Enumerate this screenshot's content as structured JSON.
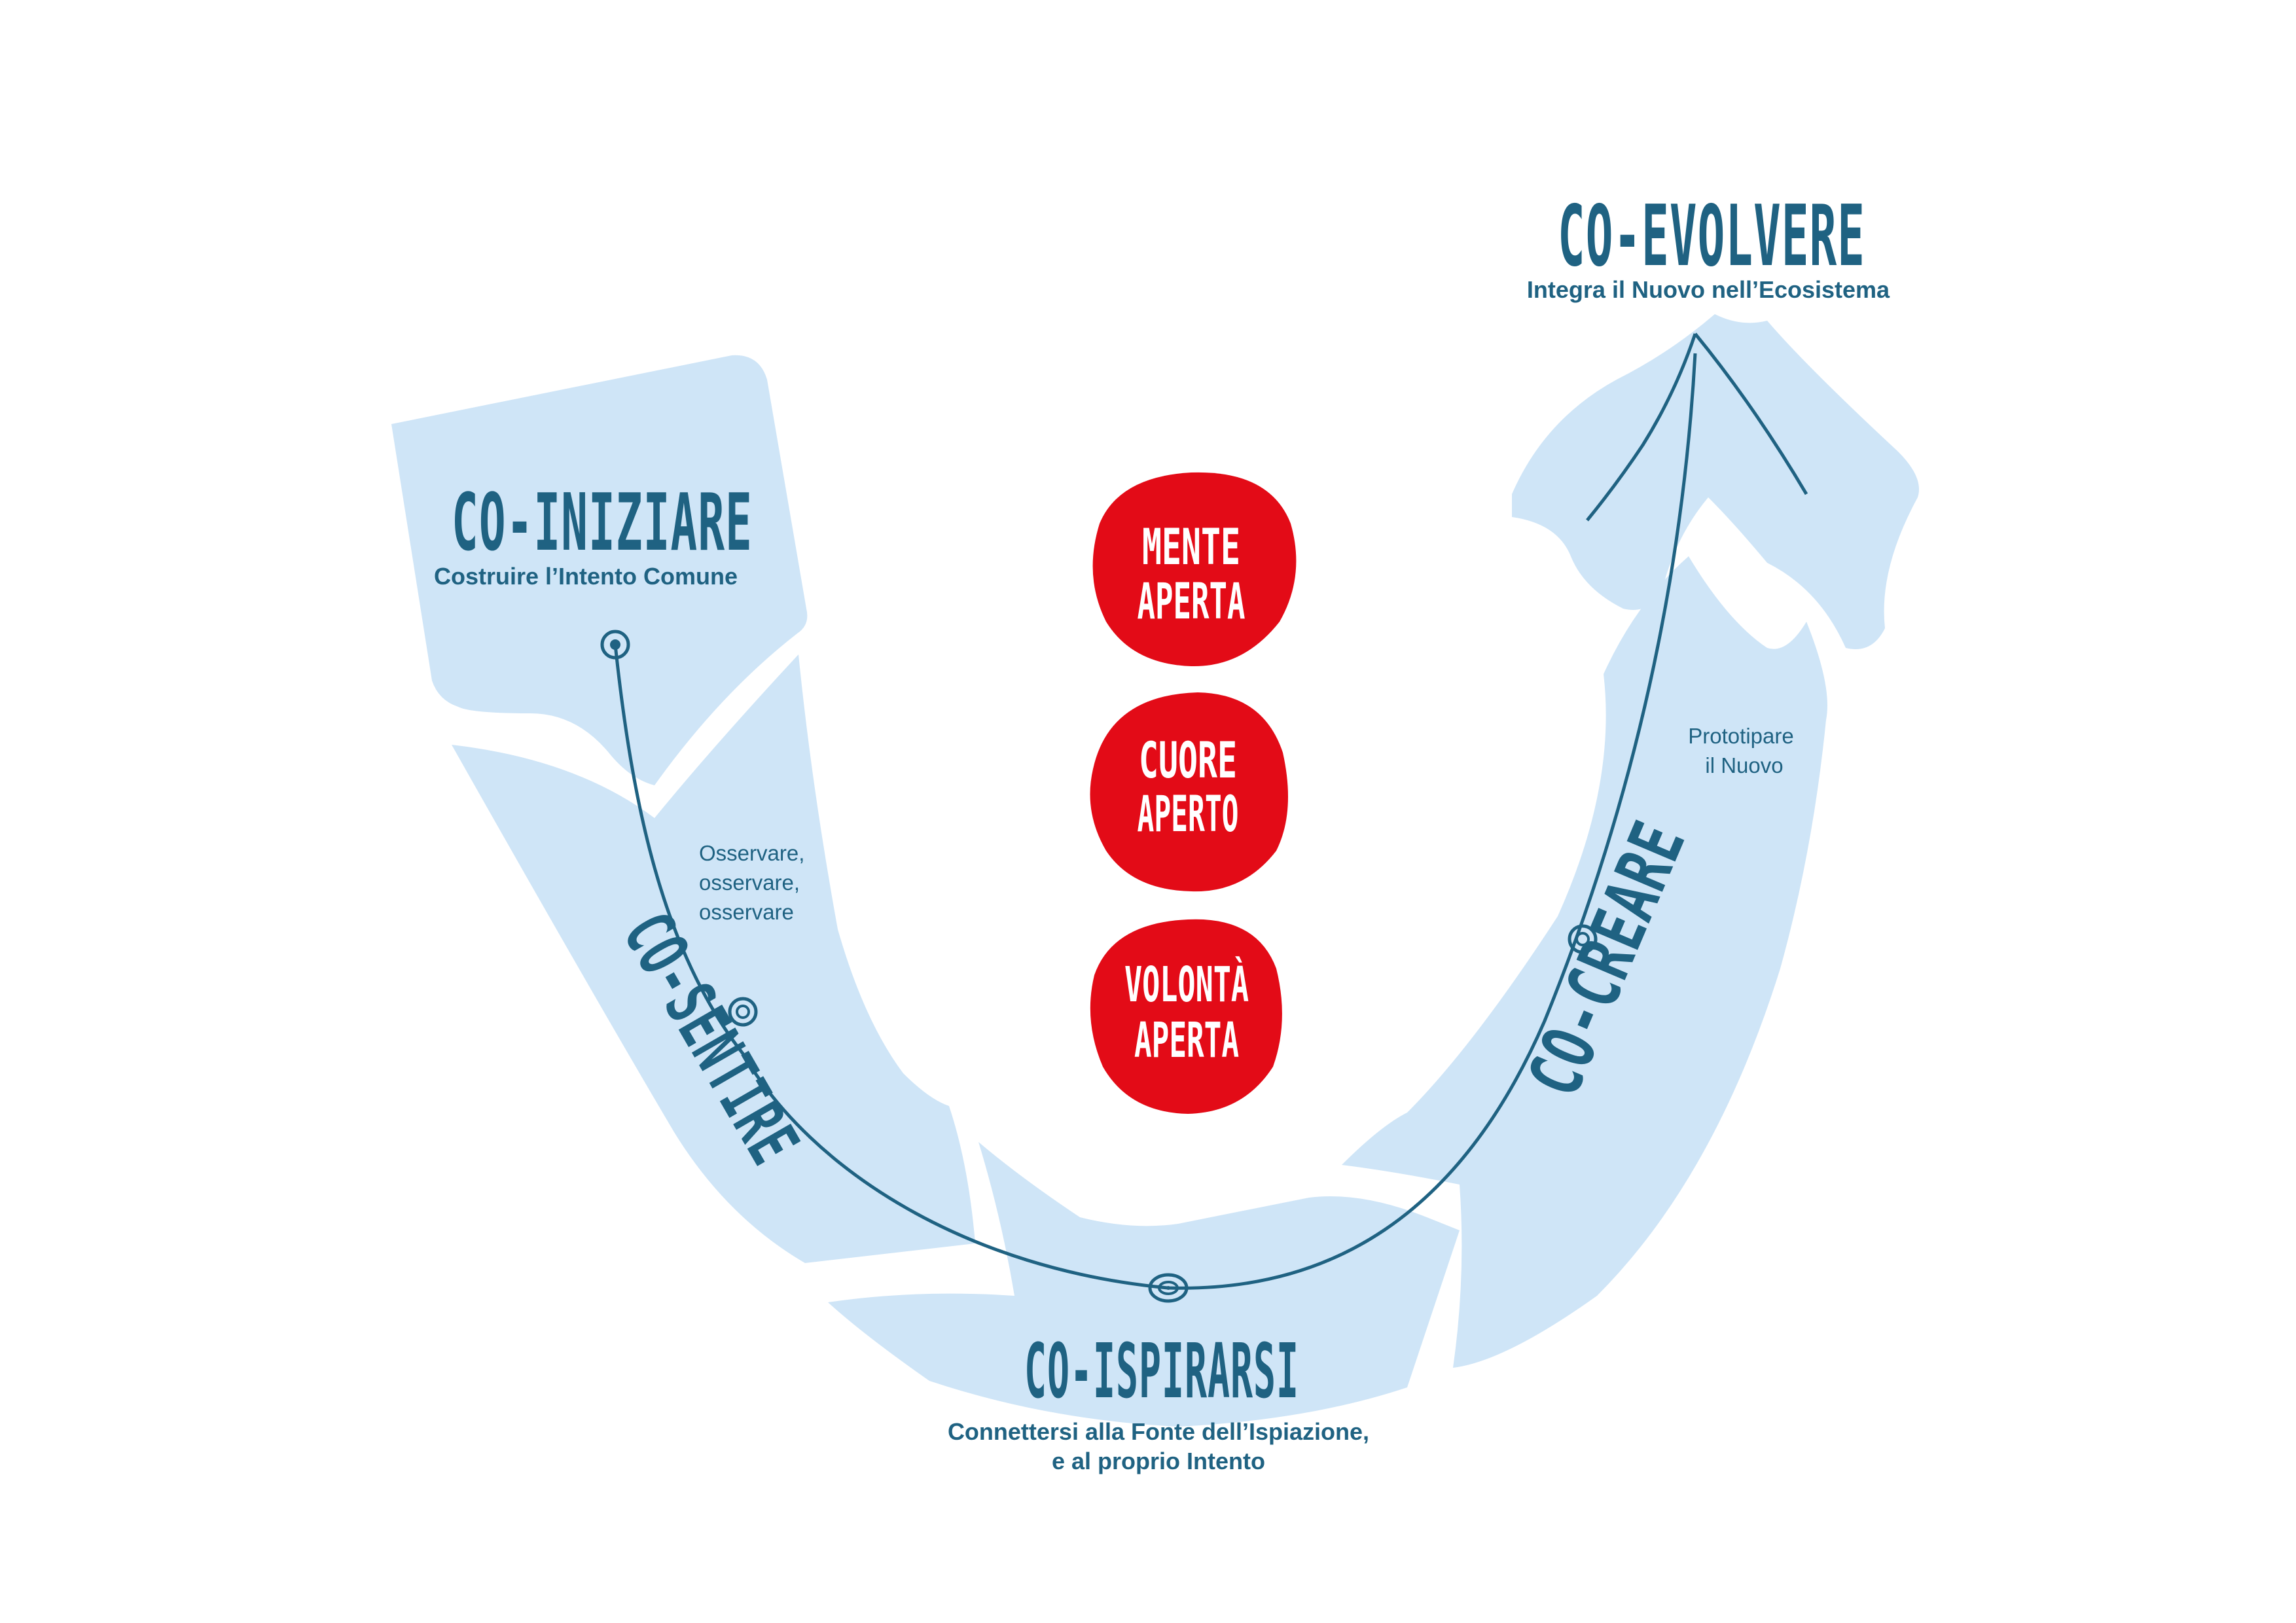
{
  "colors": {
    "ribbon": "#cfe5f7",
    "ink": "#1f6282",
    "blob": "#e30b17",
    "blob_text": "#ffffff",
    "background": "#ffffff"
  },
  "stages": {
    "co_iniziare": {
      "title": "CO-INIZIARE",
      "subtitle": "Costruire l’Intento Comune"
    },
    "co_sentire": {
      "title": "CO-SENTIRE",
      "note_line1": "Osservare,",
      "note_line2": "osservare,",
      "note_line3": "osservare"
    },
    "co_ispirarsi": {
      "title": "CO-ISPIRARSI",
      "subtitle_line1": "Connettersi alla Fonte dell’Ispiazione,",
      "subtitle_line2": "e al proprio Intento"
    },
    "co_creare": {
      "title": "CO-CREARE",
      "note_line1": "Prototipare",
      "note_line2": "il Nuovo"
    },
    "co_evolvere": {
      "title": "CO-EVOLVERE",
      "subtitle": "Integra il Nuovo nell’Ecosistema"
    }
  },
  "principles": [
    {
      "line1": "MENTE",
      "line2": "APERTA"
    },
    {
      "line1": "CUORE",
      "line2": "APERTO"
    },
    {
      "line1": "VOLONTÀ",
      "line2": "APERTA"
    }
  ]
}
